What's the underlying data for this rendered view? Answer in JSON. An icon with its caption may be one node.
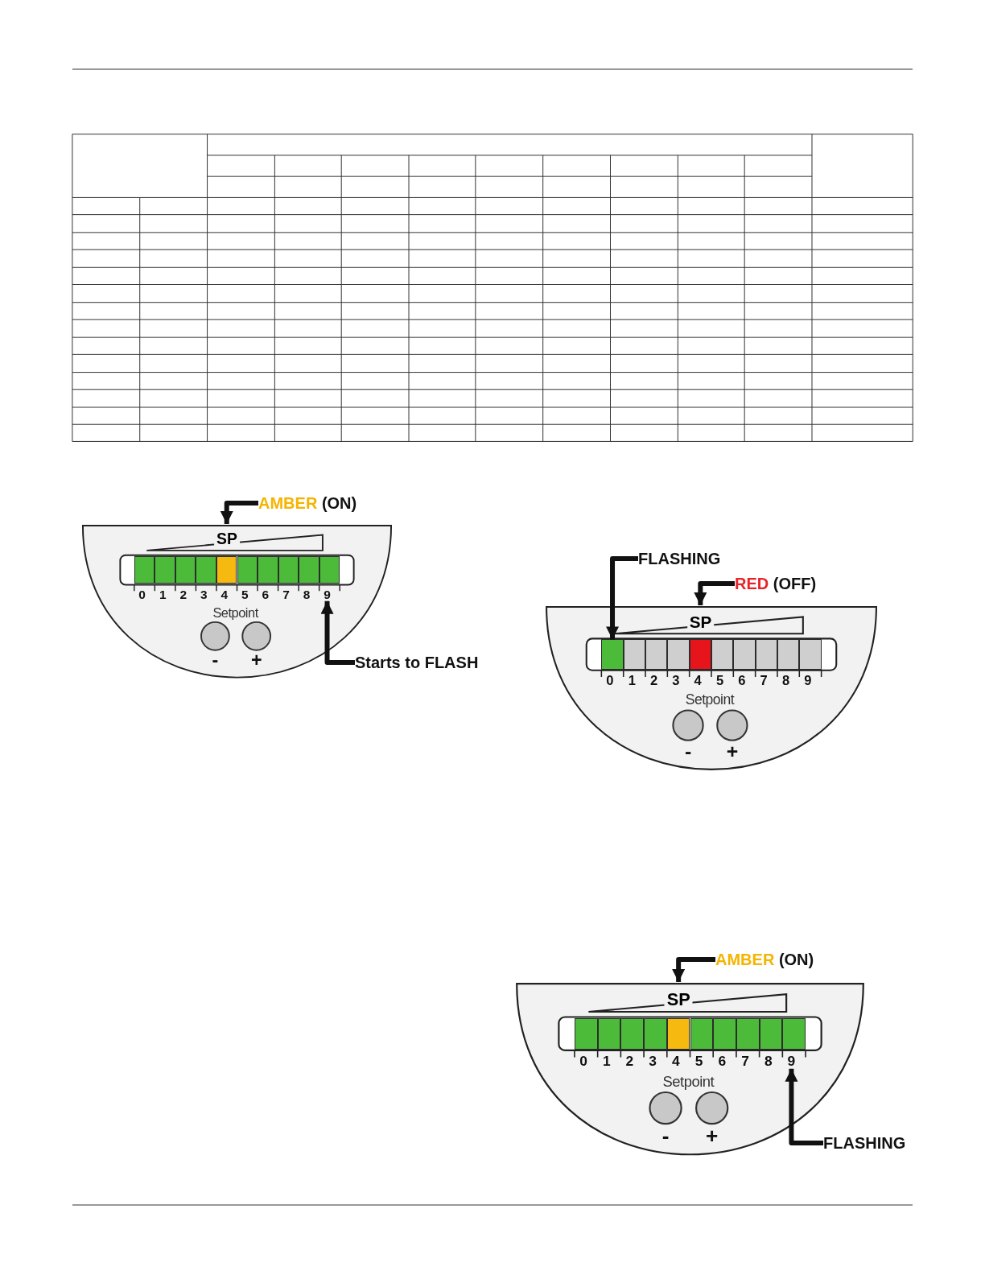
{
  "diagram": {
    "nodes": [
      {
        "text": [
          "AMBER",
          "(ON)"
        ]
      },
      {
        "text": [
          "SP",
          "0",
          "1",
          "2",
          "3",
          "4",
          "5",
          "6",
          "7",
          "8",
          "Setpoint",
          "-",
          "+"
        ]
      },
      {
        "text": [
          "9"
        ],
        "in": 1
      },
      {
        "text": [
          "Starts to FLASH"
        ]
      },
      {
        "text": [
          "FLASHING"
        ]
      },
      {
        "text": [
          "RED",
          "(OFF)"
        ]
      },
      {
        "text": [
          "SP",
          "0",
          "1",
          "2",
          "3",
          "4",
          "5",
          "6",
          "7",
          "8",
          "9",
          "Setpoint",
          "-",
          "+"
        ]
      },
      {
        "text": [],
        "shape": "box",
        "in": 6
      },
      {
        "text": [
          "AMBER",
          "(ON)"
        ]
      },
      {
        "text": [
          "SP",
          "0",
          "1",
          "2",
          "3",
          "4",
          "5",
          "6",
          "7",
          "8",
          "Setpoint",
          "-",
          "+"
        ]
      },
      {
        "text": [
          "9"
        ],
        "in": 9
      },
      {
        "text": [
          "FLASHING"
        ]
      },
      {
        "text": [],
        "shape": "box",
        "in": 1
      },
      {
        "text": [],
        "shape": "box",
        "in": 1
      },
      {
        "text": [],
        "shape": "box",
        "in": 1
      },
      {
        "text": [],
        "shape": "box",
        "in": 1
      },
      {
        "text": [],
        "shape": "box",
        "in": 1
      },
      {
        "text": [],
        "shape": "box",
        "in": 1
      },
      {
        "text": [],
        "shape": "box",
        "in": 1
      },
      {
        "text": [],
        "shape": "box",
        "in": 1
      },
      {
        "text": [],
        "shape": "box",
        "in": 1
      },
      {
        "text": [],
        "shape": "box",
        "in": 1
      },
      {
        "text": [],
        "shape": "box",
        "in": 6
      },
      {
        "text": [],
        "shape": "box",
        "in": 6
      },
      {
        "text": [],
        "shape": "box",
        "in": 6
      },
      {
        "text": [],
        "shape": "box",
        "in": 6
      },
      {
        "text": [],
        "shape": "box",
        "in": 6
      },
      {
        "text": [],
        "shape": "box",
        "in": 6
      },
      {
        "text": [],
        "shape": "box",
        "in": 6
      },
      {
        "text": [],
        "shape": "box",
        "in": 6
      },
      {
        "text": [],
        "shape": "box",
        "in": 6
      },
      {
        "text": [],
        "shape": "box",
        "in": 9
      },
      {
        "text": [],
        "shape": "box",
        "in": 9
      },
      {
        "text": [],
        "shape": "box",
        "in": 9
      },
      {
        "text": [],
        "shape": "box",
        "in": 9
      },
      {
        "text": [],
        "shape": "box",
        "in": 9
      },
      {
        "text": [],
        "shape": "box",
        "in": 9
      },
      {
        "text": [],
        "shape": "box",
        "in": 9
      },
      {
        "text": [],
        "shape": "box",
        "in": 9
      },
      {
        "text": [],
        "shape": "box",
        "in": 9
      },
      {
        "text": [],
        "shape": "box",
        "in": 9
      }
    ],
    "edges": [
      {
        "from": 0,
        "to": 1,
        "arrow": "to"
      },
      {
        "from": 3,
        "to": 2,
        "arrow": "to"
      },
      {
        "from": 4,
        "to": 7,
        "arrow": "to"
      },
      {
        "from": 5,
        "to": 6,
        "arrow": "to"
      },
      {
        "from": 8,
        "to": 9,
        "arrow": "to"
      },
      {
        "from": 11,
        "to": 10,
        "arrow": "to"
      }
    ]
  }
}
